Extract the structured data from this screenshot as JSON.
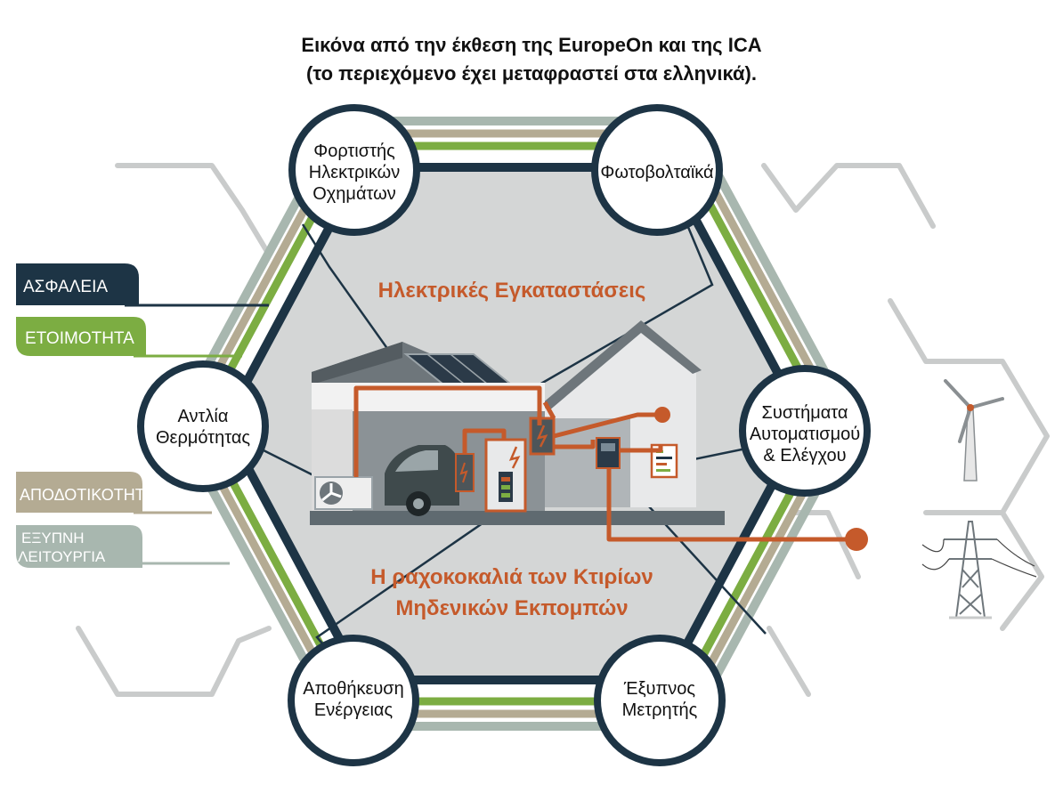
{
  "caption": {
    "line1": "Εικόνα από την έκθεση της EuropeOn και της ICA",
    "line2": "(το περιεχόμενο έχει μεταφραστεί στα ελληνικά)."
  },
  "center": {
    "top_title": "Ηλεκτρικές Εγκαταστάσεις",
    "bottom_title_line1": "Η ραχοκοκαλιά των Κτιρίων",
    "bottom_title_line2": "Μηδενικών Εκπομπών"
  },
  "nodes": {
    "ev_charger": [
      "Φορτιστής",
      "Ηλεκτρικών",
      "Οχημάτων"
    ],
    "photovoltaics": [
      "Φωτοβολταϊκά"
    ],
    "heat_pump": [
      "Αντλία",
      "Θερμότητας"
    ],
    "automation": [
      "Συστήματα",
      "Αυτοματισμού",
      "& Ελέγχου"
    ],
    "storage": [
      "Αποθήκευση",
      "Ενέργειας"
    ],
    "smart_meter": [
      "Έξυπνος",
      "Μετρητής"
    ]
  },
  "tags": {
    "safety": "ΑΣΦΑΛΕΙΑ",
    "readiness": "ΕΤΟΙΜΟΤΗΤΑ",
    "efficiency": "ΑΠΟΔΟΤΙΚΟΤΗΤΑ",
    "smart_operation": [
      "ΕΞΥΠΝΗ",
      "ΛΕΙΤΟΥΡΓΙΑ"
    ]
  },
  "colors": {
    "navy": "#1d3445",
    "green": "#7cad42",
    "tan": "#b4ab93",
    "sage": "#a8b7af",
    "orange": "#c55a2b",
    "center_fill": "#d4d6d6",
    "grey_line": "#c9cbcb"
  }
}
